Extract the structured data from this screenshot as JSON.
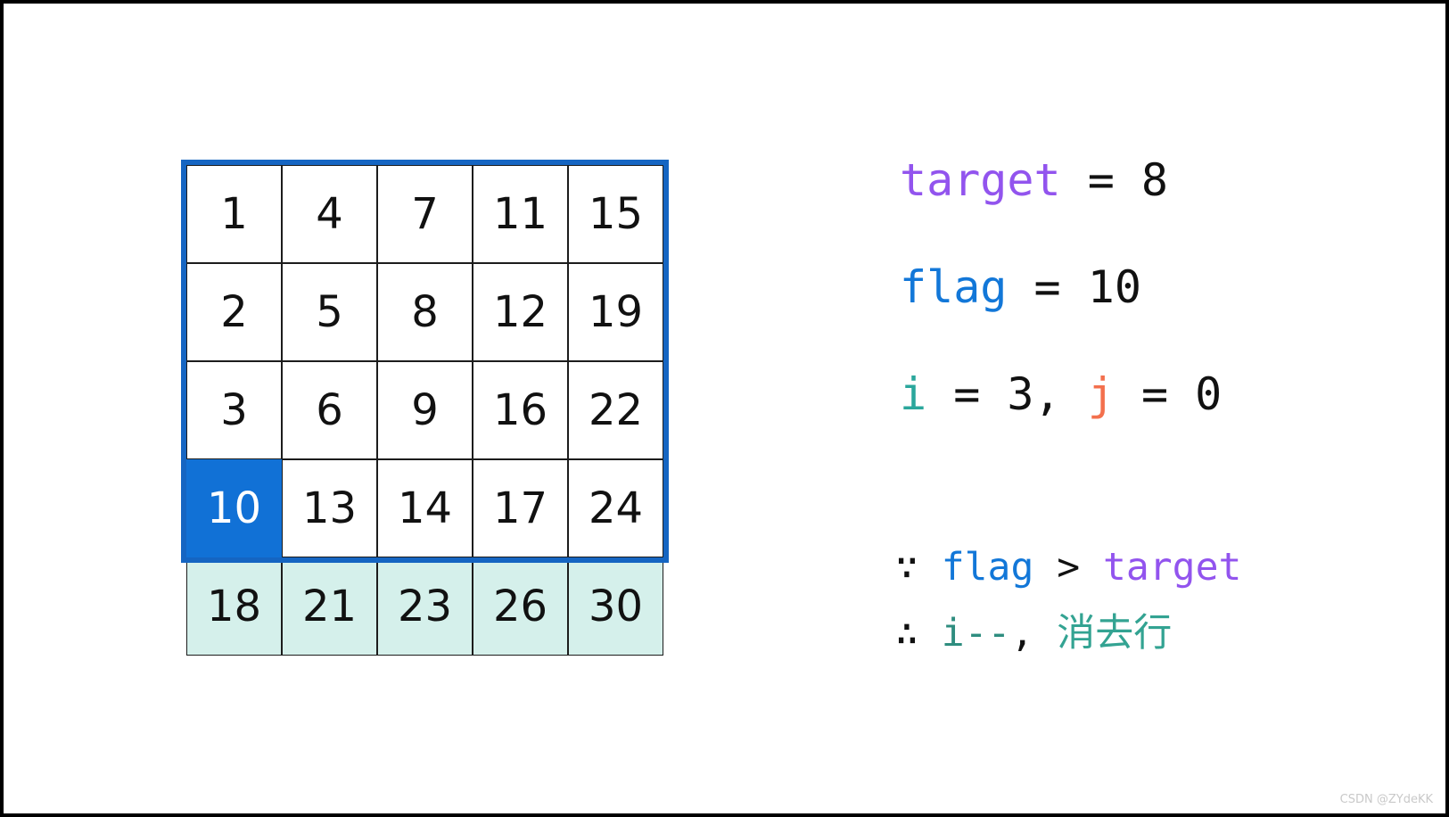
{
  "matrix": {
    "rows": [
      [
        "1",
        "4",
        "7",
        "11",
        "15"
      ],
      [
        "2",
        "5",
        "8",
        "12",
        "19"
      ],
      [
        "3",
        "6",
        "9",
        "16",
        "22"
      ],
      [
        "10",
        "13",
        "14",
        "17",
        "24"
      ],
      [
        "18",
        "21",
        "23",
        "26",
        "30"
      ]
    ],
    "current_cell": {
      "row": 3,
      "col": 0,
      "value": "10"
    },
    "eliminated_rows": [
      4
    ],
    "colors": {
      "active_region_border": "#1565c2",
      "current_cell_fill": "#1171d6",
      "current_cell_text": "#ffffff",
      "eliminated_row_fill": "#d5f0eb",
      "gridline": "#1c1c1c"
    }
  },
  "code_panel": {
    "line_target": {
      "keyword": "target",
      "rest": " = 8"
    },
    "line_flag": {
      "keyword": "flag",
      "rest": " = 10"
    },
    "line_ij": {
      "i": "i",
      "mid": " = 3, ",
      "j": "j",
      "end": " = 0"
    },
    "line_because": {
      "symbol": "∵ ",
      "flag": "flag",
      "op": " > ",
      "target": "target"
    },
    "line_therefore": {
      "symbol": "∴ ",
      "decrement": "i--",
      "comma": ", ",
      "action": "消去行"
    },
    "colors": {
      "target": "#9254ee",
      "flag": "#1277d8",
      "i": "#2aa79c",
      "j": "#f3704d",
      "decrement": "#2e8d7f",
      "action": "#33a392",
      "plain_text": "#111111"
    }
  },
  "watermark": {
    "text": "CSDN @ZYdeKK"
  }
}
